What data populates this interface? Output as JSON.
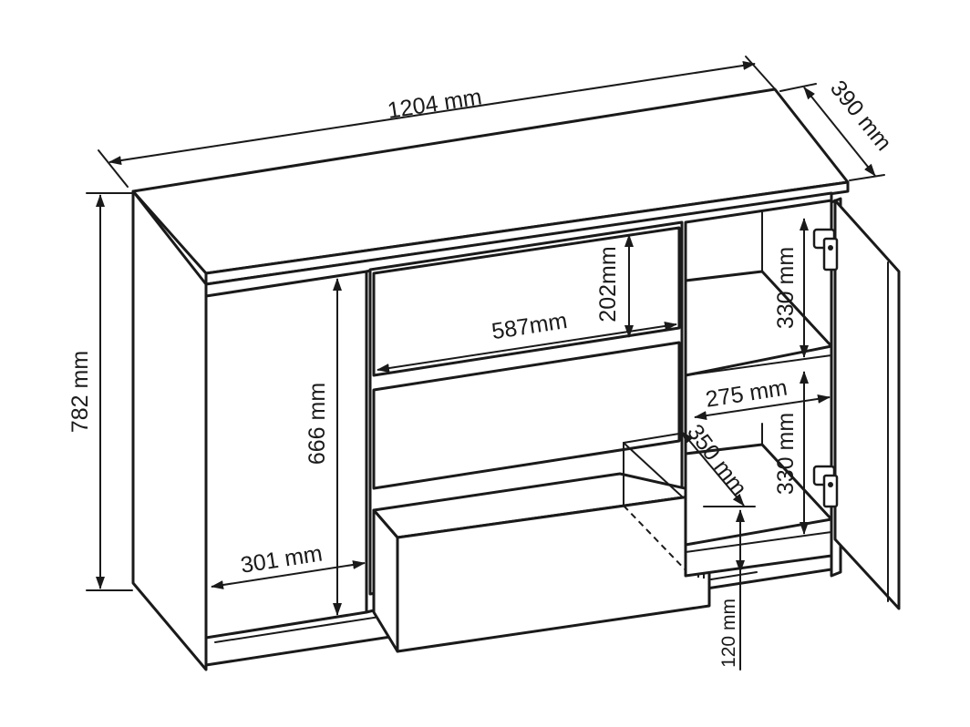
{
  "dimensions": {
    "width": "1204 mm",
    "depth": "390 mm",
    "height": "782 mm",
    "door_inner_height": "666 mm",
    "left_compartment_width": "301 mm",
    "drawer_width": "587mm",
    "drawer_height": "202mm",
    "shelf_height_top": "330 mm",
    "shelf_height_bottom": "330 mm",
    "right_compartment_width": "275 mm",
    "drawer_depth": "350 mm",
    "drawer_inner_height": "120 mm"
  },
  "colors": {
    "line": "#1a1a1a",
    "background": "#ffffff"
  }
}
